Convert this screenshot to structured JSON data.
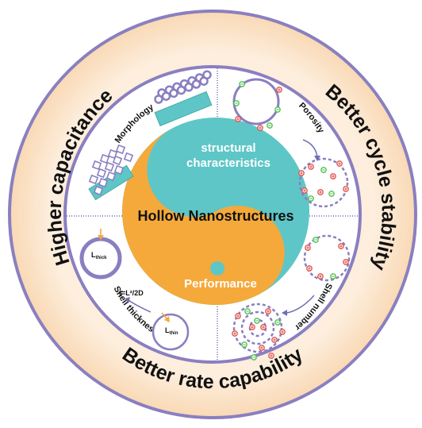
{
  "outer_ring": {
    "left": "Higher capacitance",
    "right": "Better cycle stability",
    "bottom": "Better rate capability"
  },
  "center": {
    "title": "Hollow Nanostructures",
    "top_text_line1": "structural",
    "top_text_line2": "characteristics",
    "bottom_text": "Performance"
  },
  "quadrants": {
    "top_left": "Morphology",
    "top_right": "Porosity",
    "bottom_right": "Shell number",
    "bottom_left": "Shell thickness"
  },
  "thickness_labels": {
    "thick_main": "L",
    "thick_sub": "thick",
    "thin_main": "L",
    "thin_sub": "thin",
    "formula": "t=L²/2D"
  },
  "colors": {
    "ring": "#fbe3c6",
    "yin_orange": "#f5a93a",
    "yang_teal": "#5ec6c7",
    "shell": "#8a7fc0",
    "plus_ion": "#e0504a",
    "minus_ion": "#4cbf4c"
  }
}
